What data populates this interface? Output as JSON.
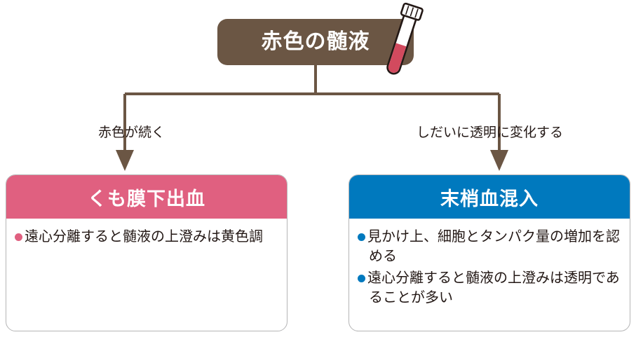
{
  "diagram": {
    "root": {
      "label": "赤色の髄液",
      "color": "#6b5644",
      "icon": "blood-test-tube-icon"
    },
    "branches": [
      {
        "label": "赤色が続く"
      },
      {
        "label": "しだいに透明に変化する"
      }
    ],
    "outcomes": [
      {
        "title": "くも膜下出血",
        "color": "#e06080",
        "bullets": [
          "遠心分離すると髄液の上澄みは黄色調"
        ]
      },
      {
        "title": "末梢血混入",
        "color": "#0079be",
        "bullets": [
          "見かけ上、細胞とタンパク量の増加を認める",
          "遠心分離すると髄液の上澄みは透明であることが多い"
        ]
      }
    ]
  }
}
